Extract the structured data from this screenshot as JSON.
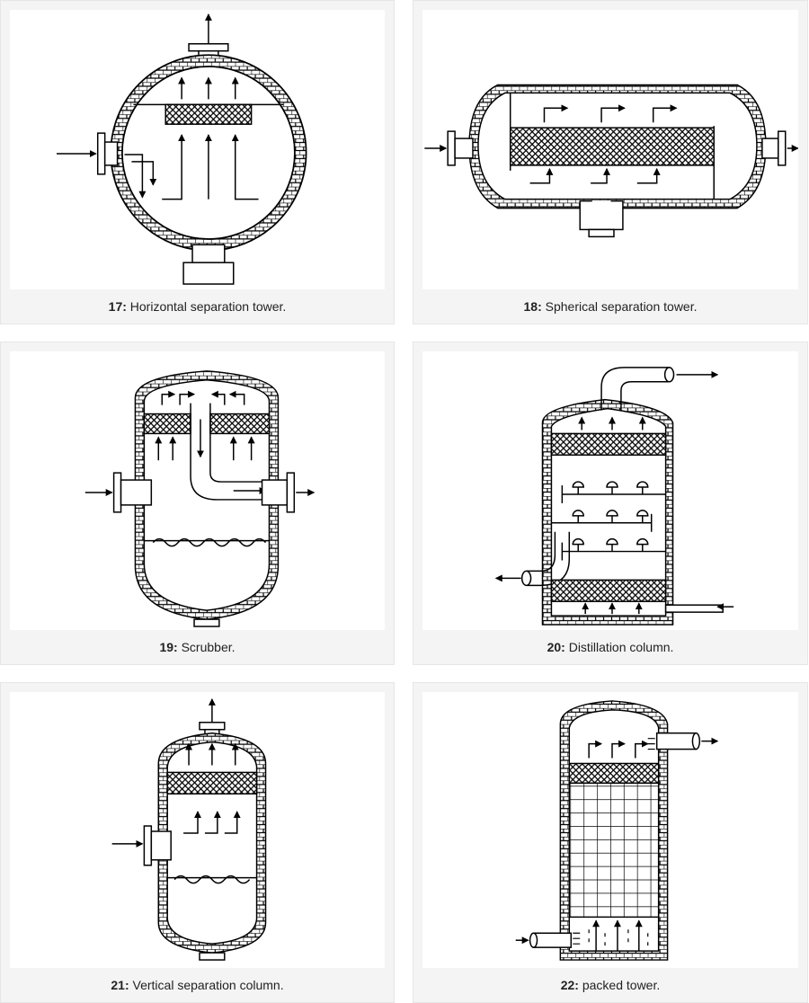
{
  "figures": [
    {
      "number": "17:",
      "caption": "Horizontal separation tower."
    },
    {
      "number": "18:",
      "caption": "Spherical separation tower."
    },
    {
      "number": "19:",
      "caption": "Scrubber."
    },
    {
      "number": "20:",
      "caption": "Distillation column."
    },
    {
      "number": "21:",
      "caption": "Vertical separation column."
    },
    {
      "number": "22:",
      "caption": "packed tower."
    }
  ]
}
